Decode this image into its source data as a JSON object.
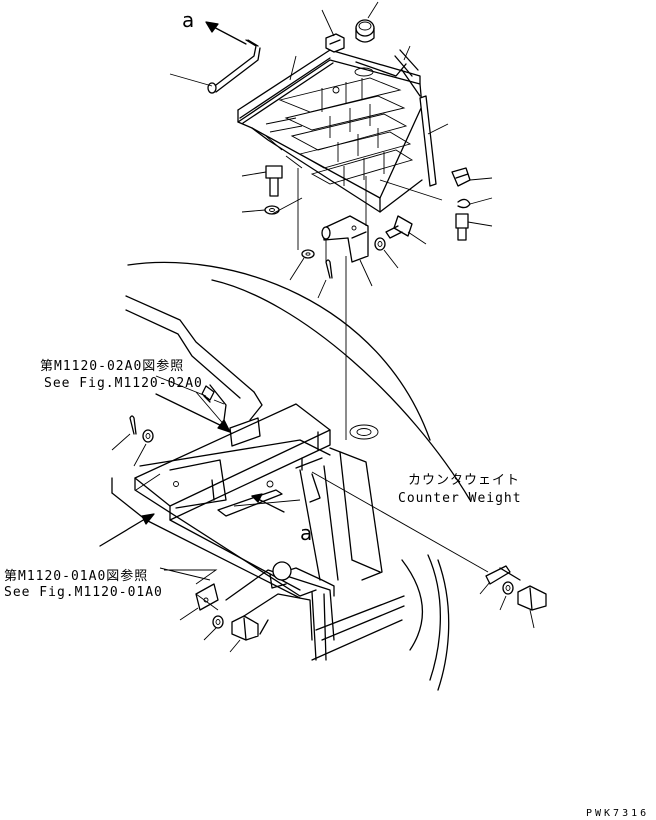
{
  "diagram": {
    "labels": {
      "view_marker_top": "a",
      "view_marker_bottom": "a",
      "ref_upper_jp": "第M1120-02A0図参照",
      "ref_upper_en": "See Fig.M1120-02A0",
      "ref_lower_jp": "第M1120-01A0図参照",
      "ref_lower_en": "See Fig.M1120-01A0",
      "counterweight_jp": "カウンタウェイト",
      "counterweight_en": "Counter Weight"
    },
    "drawing_code": "PWK7316",
    "icons": [
      "arrow-icon",
      "bolt-icon",
      "washer-icon",
      "cotter-pin-icon",
      "clip-icon"
    ]
  }
}
